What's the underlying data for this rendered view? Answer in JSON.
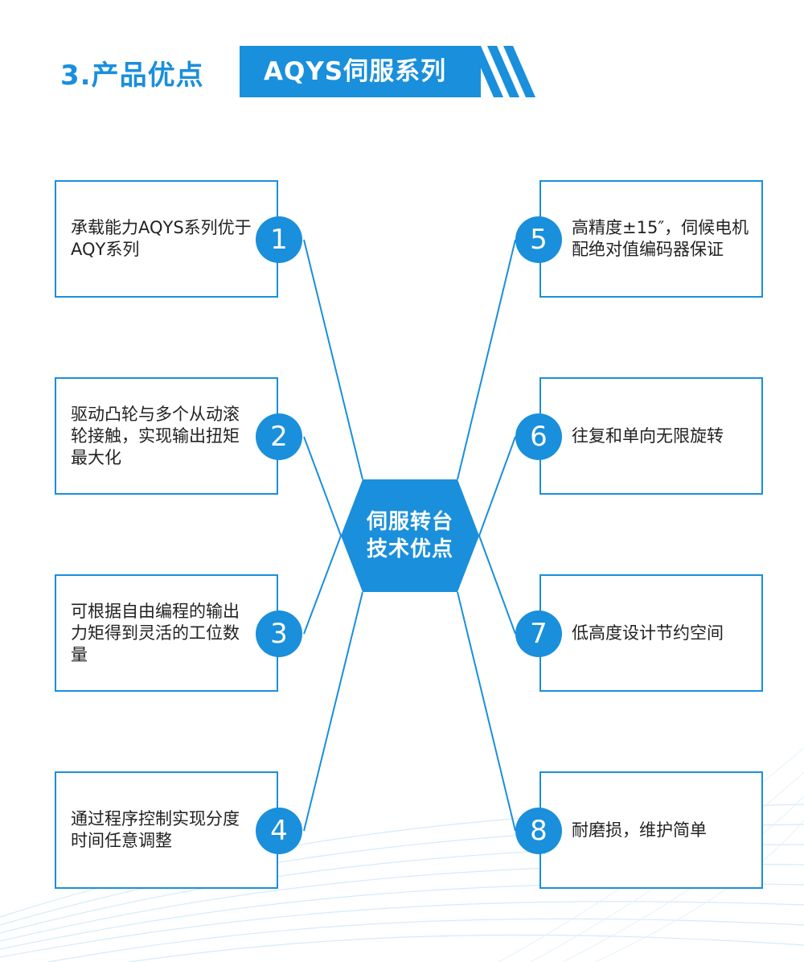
{
  "header": {
    "section_title": "3.产品优点",
    "banner_label": "AQYS伺服系列"
  },
  "hub": {
    "line1": "伺服转台",
    "line2": "技术优点"
  },
  "features": [
    {
      "number": "1",
      "text": "承载能力AQYS系列优于AQY系列"
    },
    {
      "number": "2",
      "text": "驱动凸轮与多个从动滚轮接触，实现输出扭矩最大化"
    },
    {
      "number": "3",
      "text": "可根据自由编程的输出力矩得到灵活的工位数量"
    },
    {
      "number": "4",
      "text": "通过程序控制实现分度时间任意调整"
    },
    {
      "number": "5",
      "text": "高精度±15″，伺候电机配绝对值编码器保证"
    },
    {
      "number": "6",
      "text": "往复和单向无限旋转"
    },
    {
      "number": "7",
      "text": "低高度设计节约空间"
    },
    {
      "number": "8",
      "text": "耐磨损，维护简单"
    }
  ],
  "colors": {
    "accent": "#1a8fdb",
    "text": "#222222",
    "background": "#ffffff"
  }
}
